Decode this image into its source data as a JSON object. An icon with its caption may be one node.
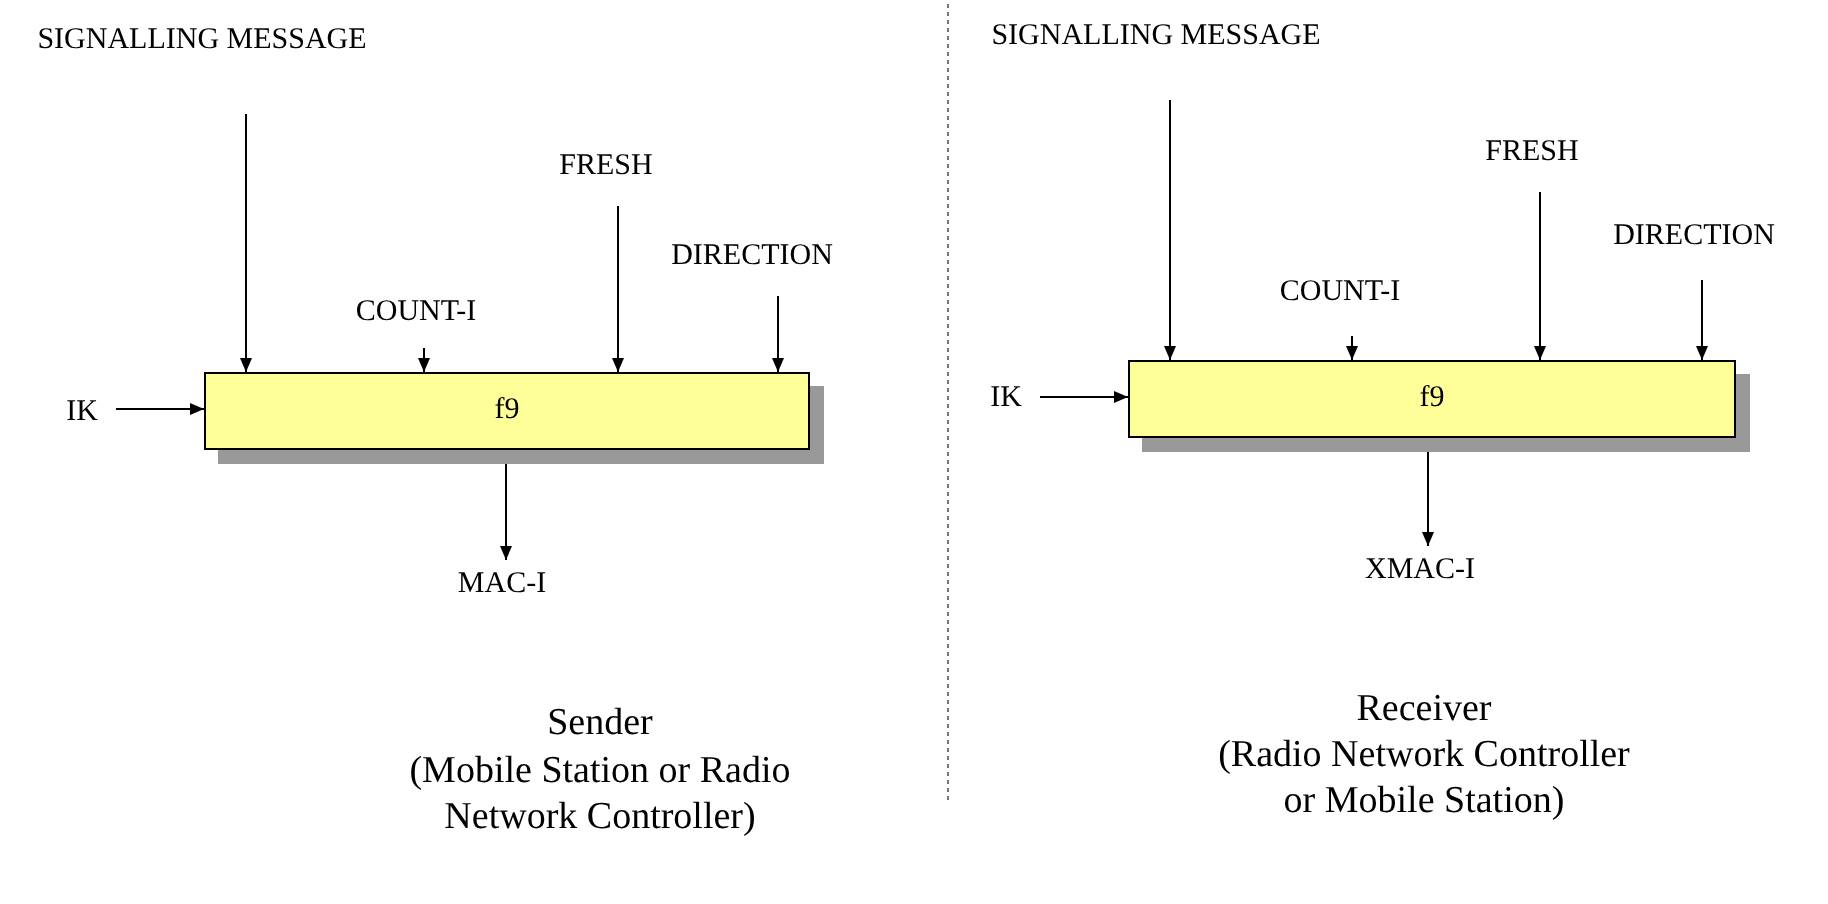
{
  "diagram": {
    "nodes": [
      {
        "text": [
          "SIGNALLING MESSAGE"
        ]
      },
      {
        "text": [
          "COUNT-I"
        ]
      },
      {
        "text": [
          "FRESH"
        ]
      },
      {
        "text": [
          "DIRECTION"
        ]
      },
      {
        "text": [
          "IK"
        ]
      },
      {
        "text": [
          "f9"
        ]
      },
      {
        "text": [
          "MAC-I"
        ]
      },
      {
        "text": [
          "SIGNALLING MESSAGE"
        ]
      },
      {
        "text": [
          "COUNT-I"
        ]
      },
      {
        "text": [
          "FRESH"
        ]
      },
      {
        "text": [
          "DIRECTION"
        ]
      },
      {
        "text": [
          "IK"
        ]
      },
      {
        "text": [
          "f9"
        ]
      },
      {
        "text": [
          "XMAC-I"
        ]
      }
    ],
    "edges": [
      {
        "from": 0,
        "to": 5,
        "arrow": "to"
      },
      {
        "from": 1,
        "to": 5,
        "arrow": "to"
      },
      {
        "from": 2,
        "to": 5,
        "arrow": "to"
      },
      {
        "from": 3,
        "to": 5,
        "arrow": "to"
      },
      {
        "from": 4,
        "to": 5,
        "arrow": "to"
      },
      {
        "from": 5,
        "to": 6,
        "arrow": "to"
      },
      {
        "from": 7,
        "to": 12,
        "arrow": "to"
      },
      {
        "from": 8,
        "to": 12,
        "arrow": "to"
      },
      {
        "from": 9,
        "to": 12,
        "arrow": "to"
      },
      {
        "from": 10,
        "to": 12,
        "arrow": "to"
      },
      {
        "from": 11,
        "to": 12,
        "arrow": "to"
      },
      {
        "from": 12,
        "to": 13,
        "arrow": "to"
      }
    ],
    "labels": [
      "Sender",
      "(Mobile Station or Radio Network Controller)",
      "Receiver",
      "(Radio Network Controller or Mobile Station)"
    ]
  }
}
